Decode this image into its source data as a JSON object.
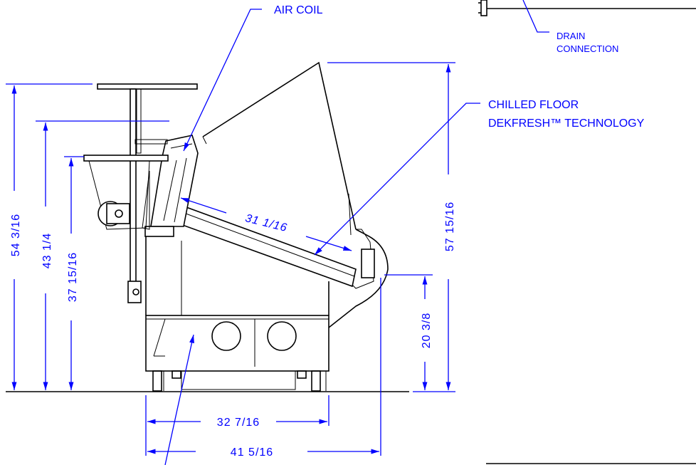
{
  "labels": {
    "air_coil": "AIR COIL",
    "drain_line1": "DRAIN",
    "drain_line2": "CONNECTION",
    "chilled_line1": "CHILLED FLOOR",
    "chilled_line2": "DEKFRESH™ TECHNOLOGY"
  },
  "dimensions": {
    "overall_height_shelf": "54 3/16",
    "height_mid_shelf": "43 1/4",
    "height_low_shelf": "37 15/16",
    "deck_length": "31 1/16",
    "overall_height_glass": "57 15/16",
    "front_height": "20 3/8",
    "base_width": "32 7/16",
    "overall_depth": "41 5/16"
  },
  "colors": {
    "dimension": "#0000ff",
    "outline": "#000000",
    "background": "#ffffff"
  }
}
